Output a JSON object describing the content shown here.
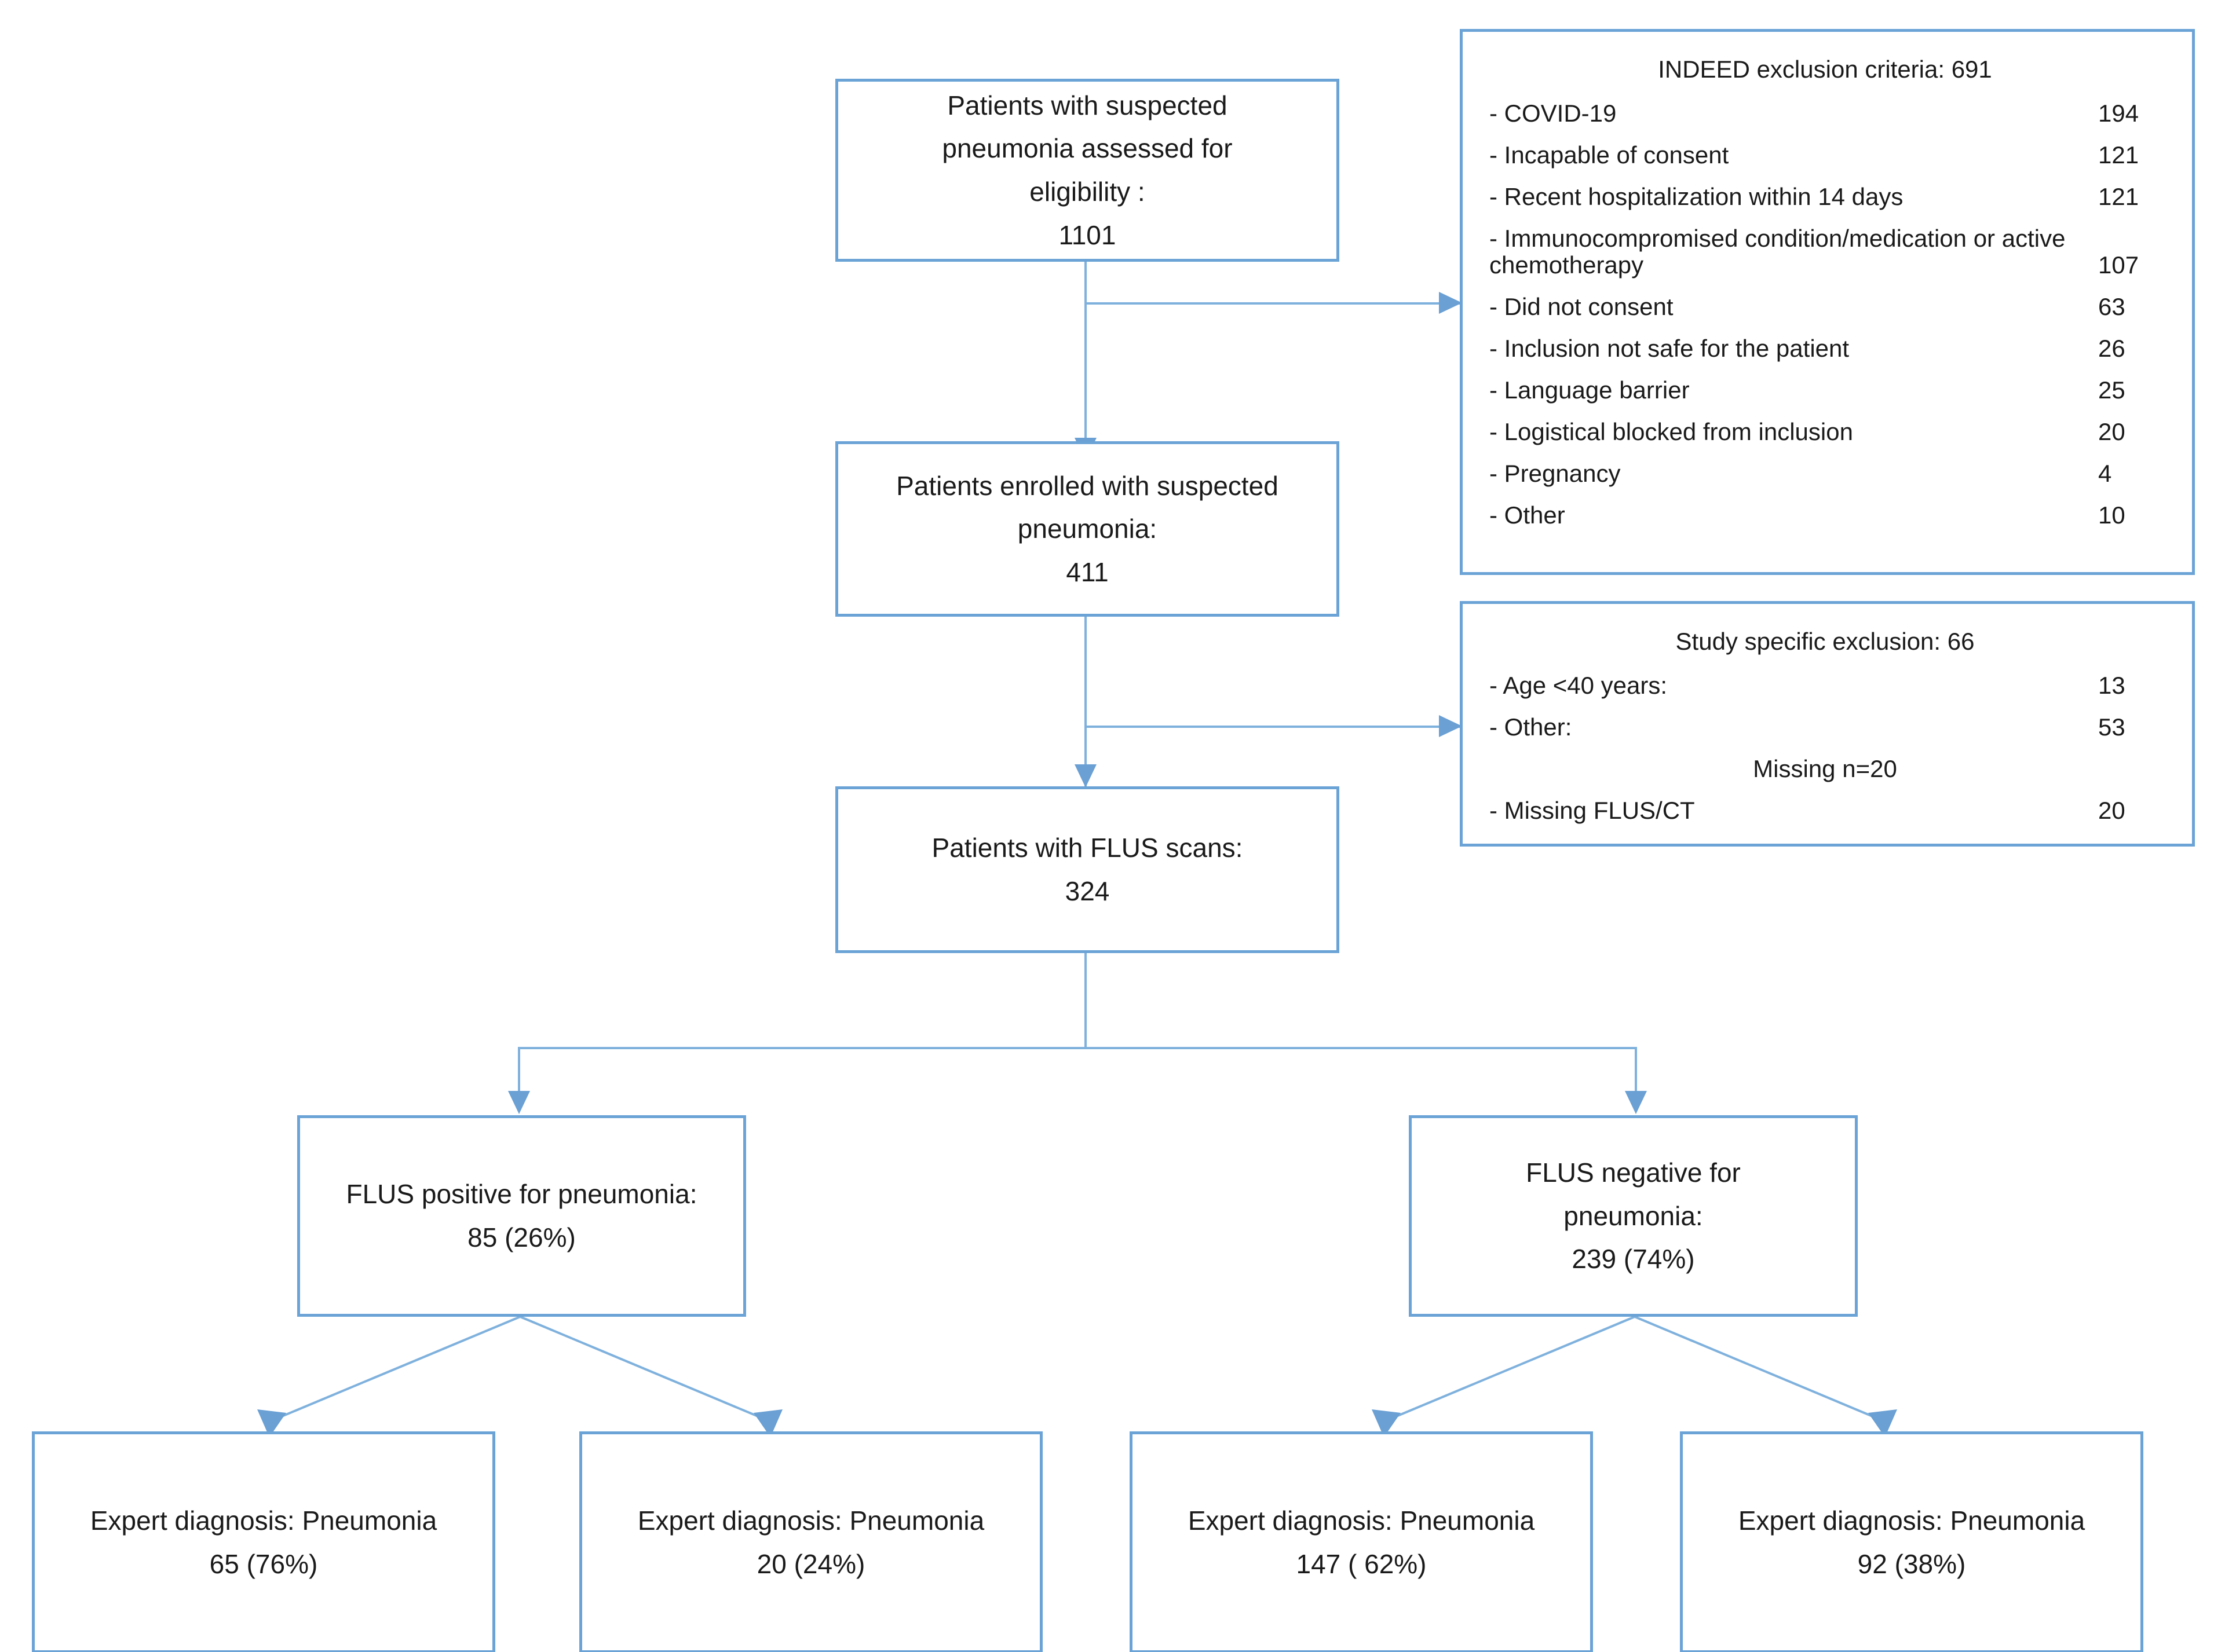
{
  "diagram": {
    "title": "CONSORT-style patient flow diagram",
    "accent_color": "#6BA3D6",
    "connector_color": "#7FB1DD",
    "background": "#ffffff",
    "text_color": "#1a1a1a"
  },
  "nodes": {
    "assessed": {
      "line1": "Patients with suspected",
      "line2": "pneumonia assessed for",
      "line3": "eligibility :",
      "count": "1101"
    },
    "enrolled": {
      "line1": "Patients enrolled with suspected",
      "line2": "pneumonia:",
      "count": "411"
    },
    "flus_scans": {
      "line1": "Patients with FLUS scans:",
      "count": "324"
    },
    "flus_positive": {
      "line1": "FLUS positive for pneumonia:",
      "count": "85 (26%)"
    },
    "flus_negative": {
      "line1": "FLUS negative for",
      "line2": "pneumonia:",
      "count": "239 (74%)"
    },
    "expert_pos_yes": {
      "line1": "Expert diagnosis: Pneumonia",
      "count": "65 (76%)"
    },
    "expert_pos_no": {
      "line1": "Expert diagnosis: Pneumonia",
      "count": "20 (24%)"
    },
    "expert_neg_yes": {
      "line1": "Expert diagnosis: Pneumonia",
      "count": "147 ( 62%)"
    },
    "expert_neg_no": {
      "line1": "Expert diagnosis: Pneumonia",
      "count": "92 (38%)"
    }
  },
  "indeed_exclusion": {
    "title": "INDEED exclusion criteria: 691",
    "rows": [
      {
        "label": "- COVID-19",
        "count": "194"
      },
      {
        "label": "- Incapable of consent",
        "count": "121"
      },
      {
        "label": "- Recent hospitalization within 14 days",
        "count": "121"
      },
      {
        "label": "- Immunocompromised condition/medication or active",
        "count": ""
      },
      {
        "label": "chemotherapy",
        "count": "107"
      },
      {
        "label": "- Did not consent",
        "count": "63"
      },
      {
        "label": "- Inclusion not safe for the patient",
        "count": "26"
      },
      {
        "label": "- Language barrier",
        "count": "25"
      },
      {
        "label": "- Logistical  blocked from inclusion",
        "count": "20"
      },
      {
        "label": "- Pregnancy",
        "count": "4"
      },
      {
        "label": "- Other",
        "count": "10"
      }
    ]
  },
  "study_exclusion": {
    "title": "Study specific exclusion: 66",
    "rows": [
      {
        "label": "- Age <40 years:",
        "count": "13"
      },
      {
        "label": "- Other:",
        "count": "53"
      }
    ],
    "missing_note": "Missing  n=20",
    "missing_row": {
      "label": "- Missing FLUS/CT",
      "count": "20"
    }
  },
  "chart_data": {
    "type": "table",
    "title": "Patient flow: FLUS versus expert diagnosis of pneumonia",
    "categories": [
      "Assessed for eligibility",
      "Enrolled",
      "With FLUS scans",
      "FLUS positive",
      "FLUS negative",
      "FLUS+ / Expert pneumonia",
      "FLUS+ / Expert no pneumonia",
      "FLUS- / Expert pneumonia",
      "FLUS- / Expert no pneumonia"
    ],
    "values": [
      1101,
      411,
      324,
      85,
      239,
      65,
      20,
      147,
      92
    ],
    "percentages": [
      null,
      null,
      null,
      26,
      74,
      76,
      24,
      62,
      38
    ],
    "exclusions": {
      "INDEED exclusion criteria": 691,
      "Study specific exclusion": 66,
      "Missing FLUS/CT": 20
    }
  }
}
